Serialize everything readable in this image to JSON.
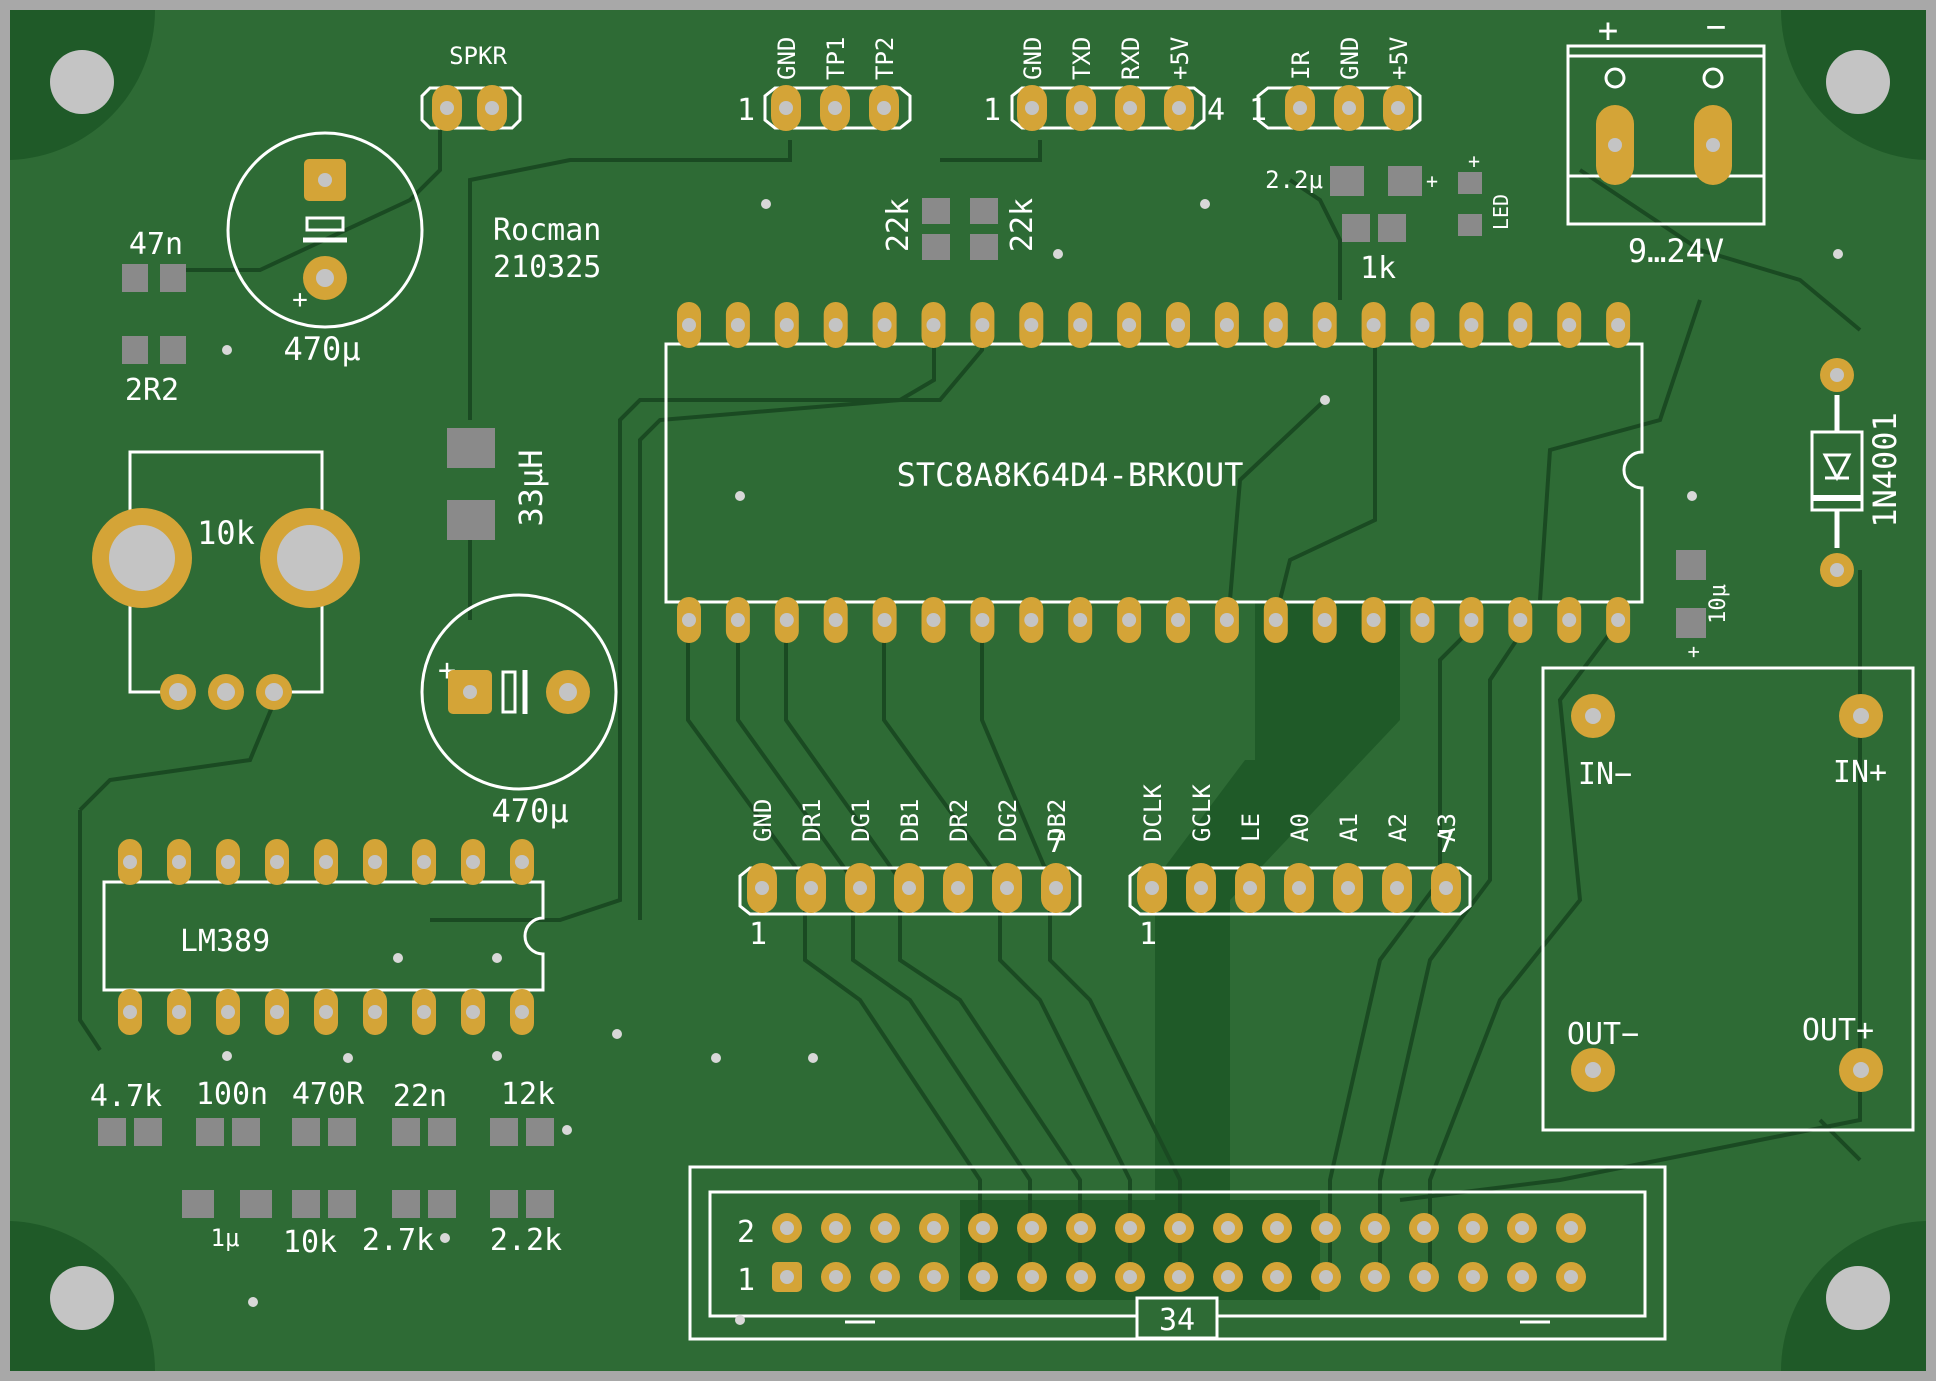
{
  "board": {
    "author": "Rocman",
    "date": "210325",
    "colors": {
      "board_edge": "#a8a8a8",
      "substrate": "#2e6b35",
      "copper_zone": "#1f5a28",
      "trace": "#1a4a22",
      "silkscreen": "#ffffff",
      "pad_gold": "#d4a437",
      "smd_pad": "#8a8a8a",
      "hole": "#c4c4c4"
    }
  },
  "headers": {
    "speaker": {
      "label": "SPKR"
    },
    "test": {
      "pins": [
        "GND",
        "TP1",
        "TP2"
      ],
      "first": "1"
    },
    "uart": {
      "pins": [
        "GND",
        "TXD",
        "RXD",
        "+5V"
      ],
      "first": "1",
      "last": "4"
    },
    "ir": {
      "pins": [
        "IR",
        "GND",
        "+5V"
      ],
      "first": "1"
    },
    "data": {
      "pins": [
        "GND",
        "DR1",
        "DG1",
        "DB1",
        "DR2",
        "DG2",
        "DB2"
      ],
      "first": "1",
      "last": "7"
    },
    "control": {
      "pins": [
        "DCLK",
        "GCLK",
        "LE",
        "A0",
        "A1",
        "A2",
        "A3"
      ],
      "first": "1",
      "last": "7"
    }
  },
  "power": {
    "terminal_plus": "+",
    "terminal_minus": "−",
    "voltage": "9…24V",
    "diode": "1N4001",
    "module_pins": {
      "in_minus": "IN−",
      "in_plus": "IN+",
      "out_minus": "OUT−",
      "out_plus": "OUT+"
    }
  },
  "components": {
    "mcu": "STC8A8K64D4-BRKOUT",
    "amp": "LM389",
    "inductor": "33μH",
    "cap_top": "470μ",
    "cap_mid": "470μ",
    "cap_10u": "10μ",
    "cap_2u2": "2.2μ",
    "pot": "10k",
    "r_22k_a": "22k",
    "r_22k_b": "22k",
    "r_1k": "1k",
    "led": "LED",
    "c_47n": "47n",
    "r_2r2": "2R2",
    "r_4k7": "4.7k",
    "c_100n": "100n",
    "r_470r": "470R",
    "c_22n": "22n",
    "r_12k": "12k",
    "c_1u": "1μ",
    "r_10k": "10k",
    "r_2k7": "2.7k",
    "r_2k2": "2.2k",
    "plus_sign": "+"
  },
  "idc": {
    "row_top": "2",
    "row_bottom": "1",
    "pin_count": "34"
  }
}
